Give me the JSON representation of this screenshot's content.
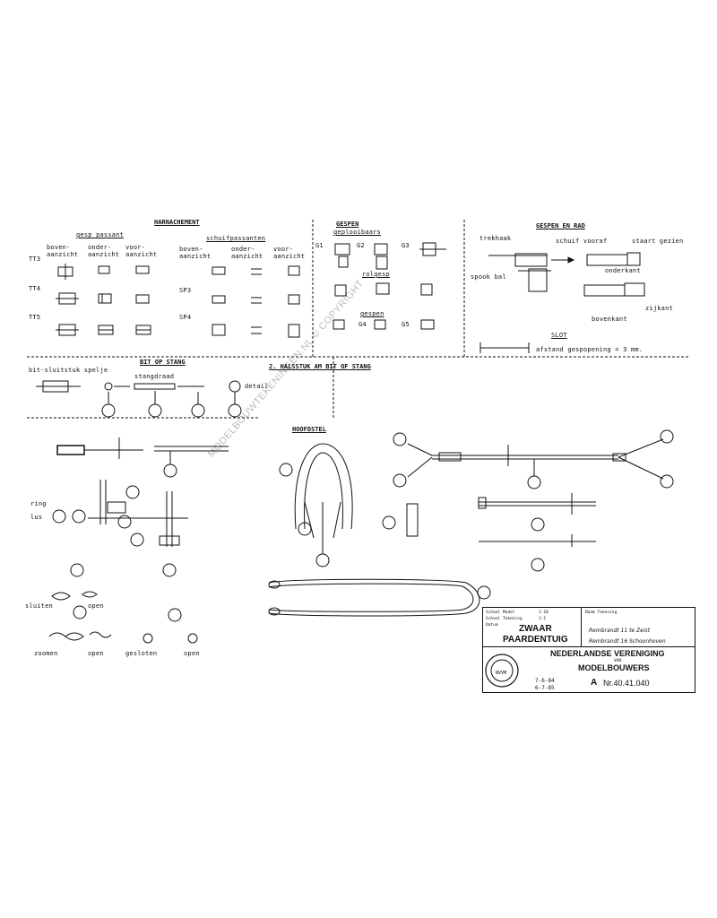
{
  "sections": {
    "harness": "HARNACHEMENT",
    "bit": "BIT OP STANG",
    "wagon": "2. HALSSTUK AM BIT OF STANG",
    "hitch": "GESPEN EN RAD",
    "buckles": "GESPEN",
    "bridle": "HOOFDSTEL"
  },
  "harness": {
    "group_left": "gesp passant",
    "group_right": "schuifpassanten",
    "col_top": "boven-aanzicht",
    "col_front": "onder-aanzicht",
    "col_side": "voor-aanzicht",
    "col_top_r": "boven-aanzicht",
    "col_front_r": "onder-aanzicht",
    "col_side_r": "voor-aanzicht",
    "rows": [
      "TT3",
      "TT4",
      "TT5"
    ],
    "rows_r": [
      "SP3",
      "SP4"
    ]
  },
  "buckles": {
    "sub1": "geplooibaars",
    "sub2": "rolgesp",
    "sub3": "gespen",
    "labels": [
      "G1",
      "G2",
      "G3",
      "G4",
      "G5"
    ]
  },
  "hitch": {
    "l1": "trekhaak",
    "l2": "schuif vooraf",
    "l3": "staart gezien",
    "l4": "spook bal",
    "l5": "onderkant",
    "l6": "zijkant",
    "l7": "bovenkant",
    "note_head": "SLOT",
    "note": "afstand gespopening = 3 mm."
  },
  "bit": {
    "l1": "bit-sluitstuk spelje",
    "l2": "stangdraad",
    "l3": "detail"
  },
  "parts": {
    "l_ring": "ring",
    "l_lus": "lus",
    "l_open": "open",
    "l_sluiten": "sluiten",
    "l_zoemen": "zoomen",
    "l_open2": "open",
    "l_gesloten": "gesloten",
    "l_open3": "open"
  },
  "title_block": {
    "schaal_label": "Schaal Model",
    "schaal": "1:10",
    "blad_label": "Schaal Tekening",
    "blad": "1:1",
    "datum_label": "Datum",
    "naam_label": "Naam Tekening",
    "name1": "ZWAAR",
    "name2": "PAARDENTUIG",
    "hand1": "Rembrandt 11 te Zeist",
    "hand2": "Rembrandt 16 Schoonhoven",
    "org1": "NEDERLANDSE VERENIGING",
    "org_van": "VAN",
    "org2": "MODELBOUWERS",
    "nr_prefix": "A",
    "nr": "Nr.40.41.040",
    "date1": "7-6-84",
    "date2": "6-7-85",
    "logo_text": "NVVM"
  },
  "watermark": "MODELBOUWTEKENINGEN.NL © COPYRIGHT"
}
